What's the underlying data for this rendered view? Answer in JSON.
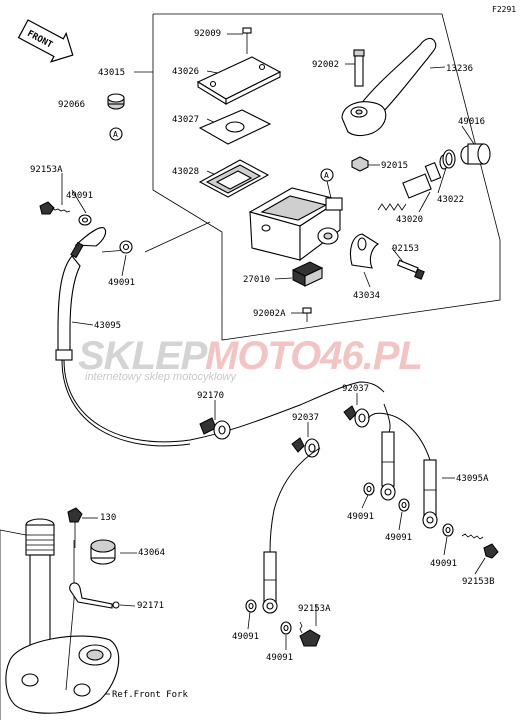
{
  "figure_code": "F2291",
  "front_marker": "FRONT",
  "watermark": {
    "brand_left": "SKLEP",
    "brand_right": "MOTO46.PL",
    "tagline": "internetowy sklep motocyklowy"
  },
  "callout_a": "A",
  "ref_label": "Ref.Front Fork",
  "labels": {
    "p92009": "92009",
    "p43015": "43015",
    "p43026": "43026",
    "p92066": "92066",
    "p43027": "43027",
    "p43028": "43028",
    "p92002": "92002",
    "p13236": "13236",
    "p49016": "49016",
    "p92015": "92015",
    "p43022": "43022",
    "p43020": "43020",
    "p92153A_top": "92153A",
    "p49091_a": "49091",
    "p49091_b": "49091",
    "p92153": "92153",
    "p27010": "27010",
    "p43034": "43034",
    "p43095": "43095",
    "p92002A": "92002A",
    "p92170": "92170",
    "p92037_a": "92037",
    "p92037_b": "92037",
    "p43095A": "43095A",
    "p49091_c": "49091",
    "p49091_d": "49091",
    "p49091_e": "49091",
    "p130": "130",
    "p43064": "43064",
    "p92153B": "92153B",
    "p92171": "92171",
    "p49091_f": "49091",
    "p92153A_bot": "92153A",
    "p49091_g": "49091"
  }
}
